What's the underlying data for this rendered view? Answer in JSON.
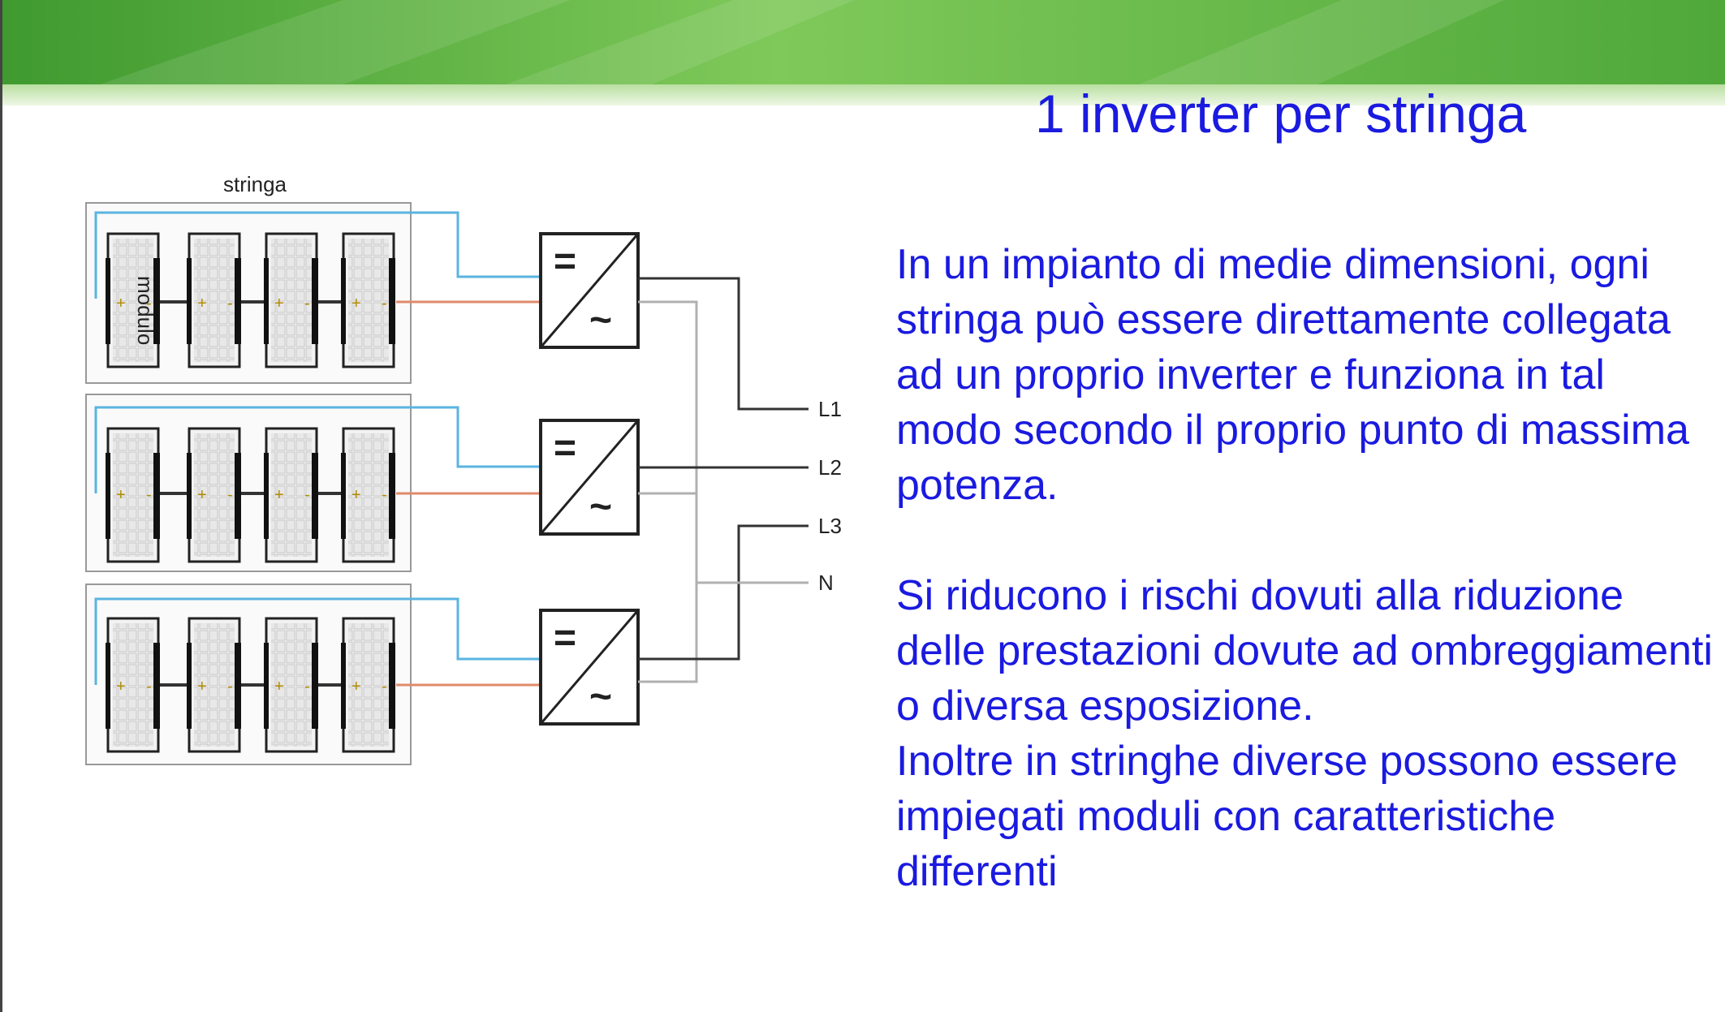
{
  "slide": {
    "title": "1 inverter per stringa",
    "paragraphs": [
      "In un impianto di medie dimensioni, ogni stringa può essere direttamente collegata ad un proprio inverter e funziona in tal modo secondo il proprio punto di massima potenza.",
      "Si riducono i rischi dovuti alla riduzione delle prestazioni dovute ad ombreggiamenti o diversa esposizione.",
      "Inoltre in stringhe diverse possono essere impiegati moduli con caratteristiche differenti"
    ]
  },
  "diagram": {
    "string_label": "stringa",
    "module_label": "modulo",
    "plus_sign": "+",
    "minus_sign": "-",
    "inverter_dc_symbol": "=",
    "inverter_ac_symbol": "~",
    "lines": {
      "l1": "L1",
      "l2": "L2",
      "l3": "L3",
      "n": "N"
    }
  },
  "colors": {
    "title_text": "#1a1ae0",
    "body_text": "#1a1ae0",
    "banner_green": "#6fbe44",
    "dc_positive_wire": "#5ab4e0",
    "dc_negative_wire": "#e08a6a",
    "ac_phase_wire": "#333333",
    "neutral_wire": "#b0b0b0"
  }
}
